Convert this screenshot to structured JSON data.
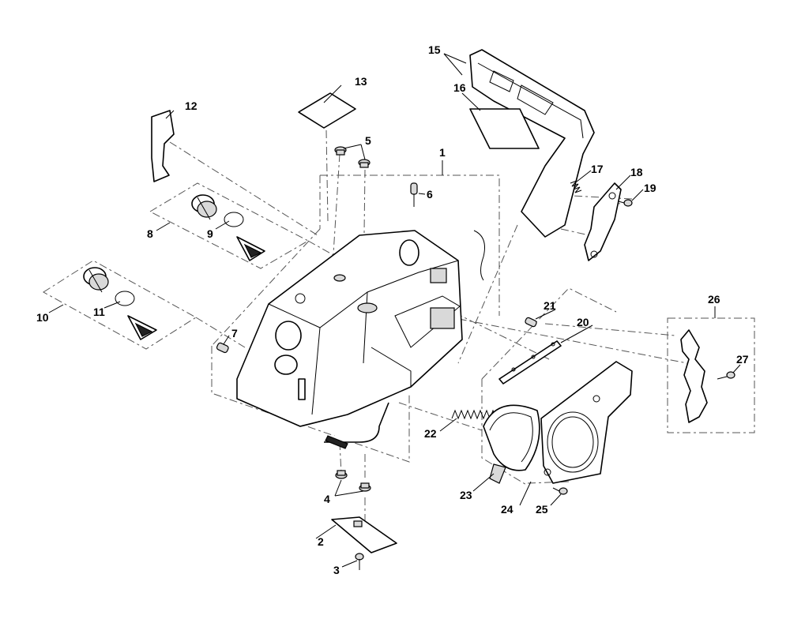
{
  "diagram": {
    "labels": [
      "1",
      "2",
      "3",
      "4",
      "5",
      "6",
      "7",
      "8",
      "9",
      "10",
      "11",
      "12",
      "13",
      "15",
      "16",
      "17",
      "18",
      "19",
      "20",
      "21",
      "22",
      "23",
      "24",
      "25",
      "26",
      "27"
    ]
  }
}
